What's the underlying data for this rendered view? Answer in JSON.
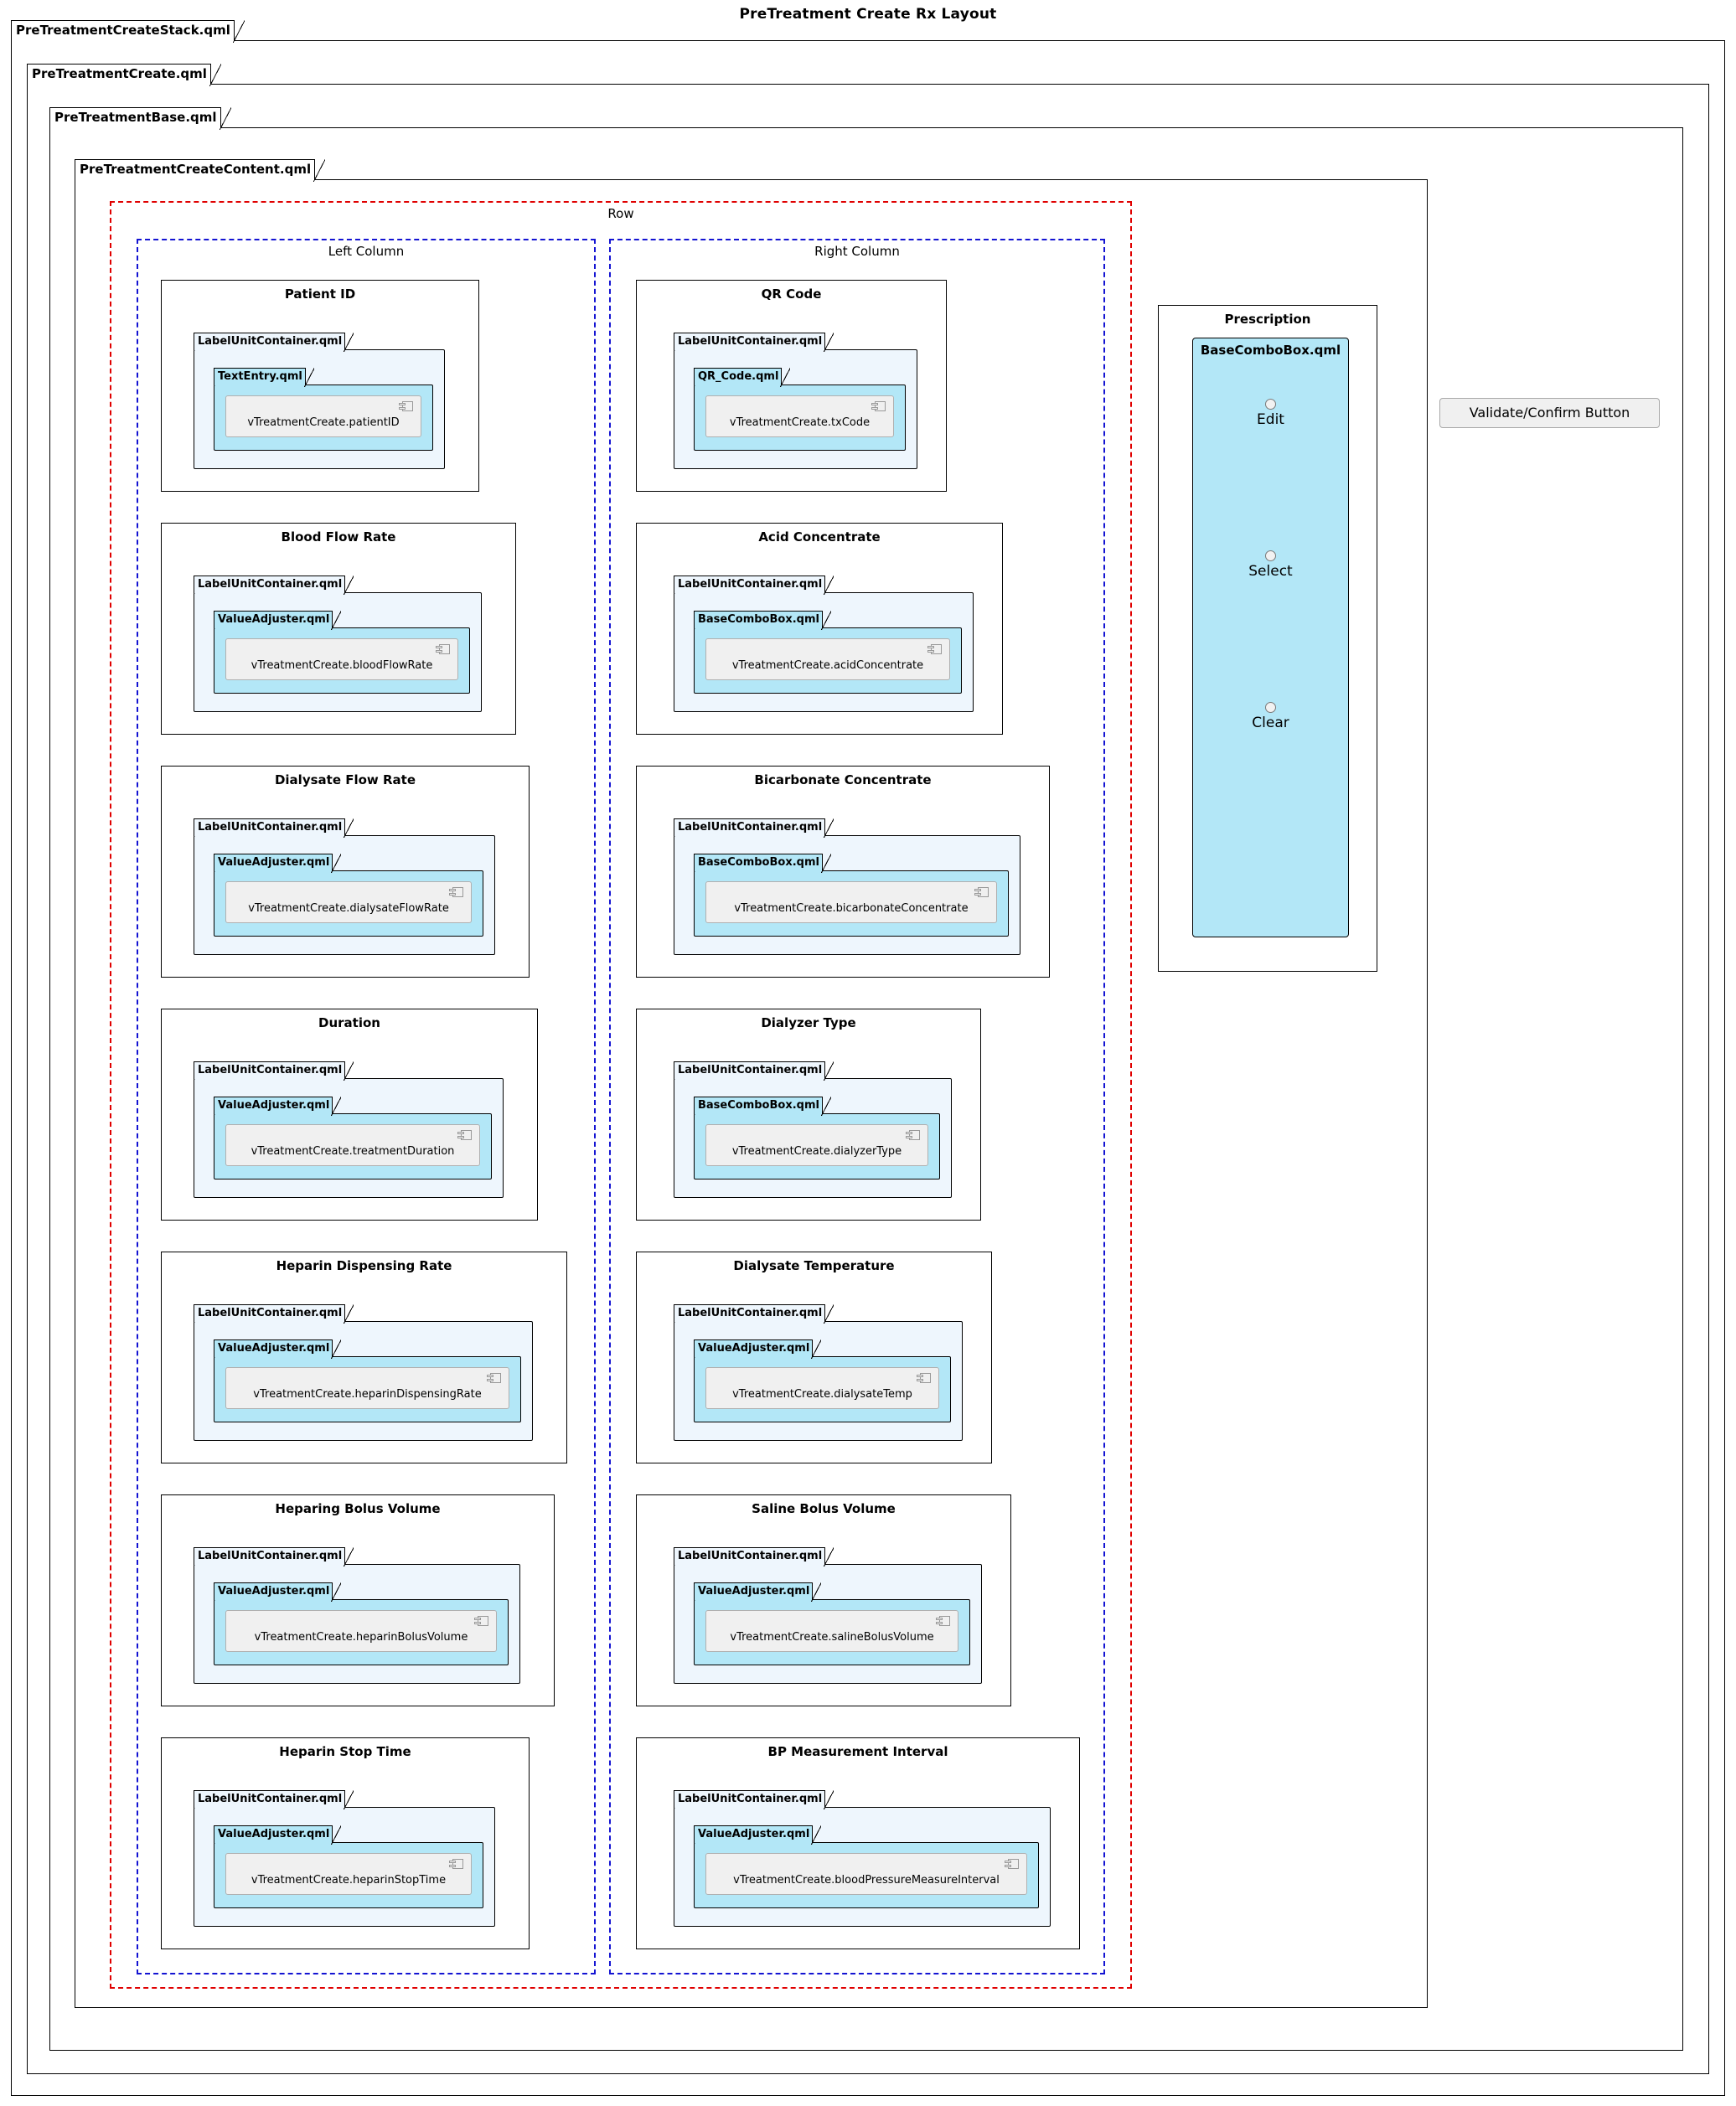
{
  "diagram": {
    "title": "PreTreatment Create Rx Layout",
    "packages": [
      {
        "name": "PreTreatmentCreateStack.qml"
      },
      {
        "name": "PreTreatmentCreate.qml"
      },
      {
        "name": "PreTreatmentBase.qml"
      },
      {
        "name": "PreTreatmentCreateContent.qml"
      }
    ],
    "groups": {
      "row": "Row",
      "left_column": "Left Column",
      "right_column": "Right Column"
    },
    "left_fields": [
      {
        "title": "Patient ID",
        "container": "LabelUnitContainer.qml",
        "control": "TextEntry.qml",
        "binding": "vTreatmentCreate.patientID"
      },
      {
        "title": "Blood Flow Rate",
        "container": "LabelUnitContainer.qml",
        "control": "ValueAdjuster.qml",
        "binding": "vTreatmentCreate.bloodFlowRate"
      },
      {
        "title": "Dialysate Flow Rate",
        "container": "LabelUnitContainer.qml",
        "control": "ValueAdjuster.qml",
        "binding": "vTreatmentCreate.dialysateFlowRate"
      },
      {
        "title": "Duration",
        "container": "LabelUnitContainer.qml",
        "control": "ValueAdjuster.qml",
        "binding": "vTreatmentCreate.treatmentDuration"
      },
      {
        "title": "Heparin Dispensing Rate",
        "container": "LabelUnitContainer.qml",
        "control": "ValueAdjuster.qml",
        "binding": "vTreatmentCreate.heparinDispensingRate"
      },
      {
        "title": "Heparing Bolus Volume",
        "container": "LabelUnitContainer.qml",
        "control": "ValueAdjuster.qml",
        "binding": "vTreatmentCreate.heparinBolusVolume"
      },
      {
        "title": "Heparin Stop Time",
        "container": "LabelUnitContainer.qml",
        "control": "ValueAdjuster.qml",
        "binding": "vTreatmentCreate.heparinStopTime"
      }
    ],
    "right_fields": [
      {
        "title": "QR Code",
        "container": "LabelUnitContainer.qml",
        "control": "QR_Code.qml",
        "binding": "vTreatmentCreate.txCode"
      },
      {
        "title": "Acid Concentrate",
        "container": "LabelUnitContainer.qml",
        "control": "BaseComboBox.qml",
        "binding": "vTreatmentCreate.acidConcentrate"
      },
      {
        "title": "Bicarbonate Concentrate",
        "container": "LabelUnitContainer.qml",
        "control": "BaseComboBox.qml",
        "binding": "vTreatmentCreate.bicarbonateConcentrate"
      },
      {
        "title": "Dialyzer Type",
        "container": "LabelUnitContainer.qml",
        "control": "BaseComboBox.qml",
        "binding": "vTreatmentCreate.dialyzerType"
      },
      {
        "title": "Dialysate Temperature",
        "container": "LabelUnitContainer.qml",
        "control": "ValueAdjuster.qml",
        "binding": "vTreatmentCreate.dialysateTemp"
      },
      {
        "title": "Saline Bolus Volume",
        "container": "LabelUnitContainer.qml",
        "control": "ValueAdjuster.qml",
        "binding": "vTreatmentCreate.salineBolusVolume"
      },
      {
        "title": "BP Measurement Interval",
        "container": "LabelUnitContainer.qml",
        "control": "ValueAdjuster.qml",
        "binding": "vTreatmentCreate.bloodPressureMeasureInterval"
      }
    ],
    "prescription": {
      "title": "Prescription",
      "combo_name": "BaseComboBox.qml",
      "items": [
        "Edit",
        "Select",
        "Clear"
      ]
    },
    "validate_button": "Validate/Confirm Button",
    "colors": {
      "row_border": "#e00000",
      "column_border": "#1414d2",
      "container_fill": "#eef6fd",
      "control_fill": "#b3e7f7",
      "component_fill": "#f0f0f0"
    }
  }
}
